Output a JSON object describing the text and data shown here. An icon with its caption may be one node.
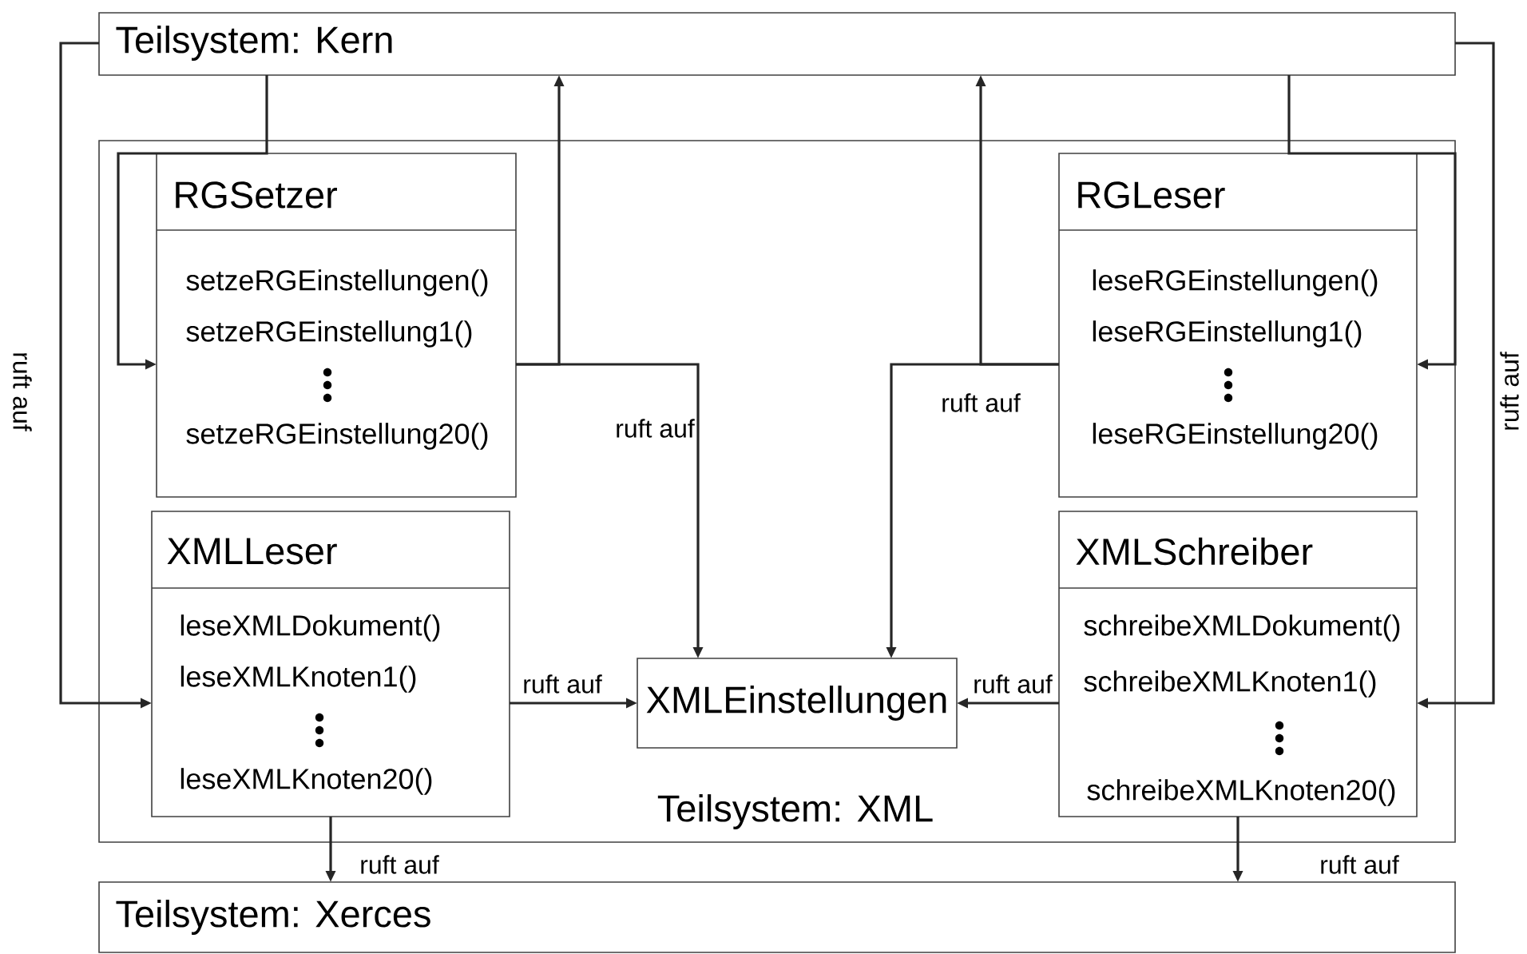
{
  "diagram": {
    "nodes": [
      {
        "text": [
          "Teilsystem: Kern"
        ]
      },
      {
        "text": [
          "Teilsystem: XML"
        ]
      },
      {
        "text": [
          "RGSetzer",
          "setzeRGEinstellungen()",
          "setzeRGEinstellung1()",
          "setzeRGEinstellung20()"
        ],
        "in": 1
      },
      {
        "text": [
          "RGLeser",
          "leseRGEinstellungen()",
          "leseRGEinstellung1()",
          "leseRGEinstellung20()"
        ],
        "in": 1
      },
      {
        "text": [
          "XMLLeser",
          "leseXMLDokument()",
          "leseXMLKnoten1()",
          "leseXMLKnoten20()"
        ],
        "in": 1
      },
      {
        "text": [
          "XMLSchreiber",
          "schreibeXMLDokument()",
          "schreibeXMLKnoten1()",
          "schreibeXMLKnoten20()"
        ],
        "in": 1
      },
      {
        "text": [
          "XMLEinstellungen"
        ],
        "in": 1
      },
      {
        "text": [
          "Teilsystem: Xerces"
        ]
      }
    ],
    "edges": [
      {
        "from": 0,
        "to": 2,
        "arrow": "to"
      },
      {
        "from": 0,
        "to": 3,
        "arrow": "to"
      },
      {
        "from": 2,
        "to": 0,
        "arrow": "to"
      },
      {
        "from": 2,
        "to": 6,
        "arrow": "to",
        "label": "ruft auf"
      },
      {
        "from": 3,
        "to": 0,
        "arrow": "to"
      },
      {
        "from": 3,
        "to": 6,
        "arrow": "to",
        "label": "ruft auf"
      },
      {
        "from": 0,
        "to": 4,
        "arrow": "to",
        "label": "ruft auf"
      },
      {
        "from": 0,
        "to": 5,
        "arrow": "to",
        "label": "ruft auf"
      },
      {
        "from": 4,
        "to": 6,
        "arrow": "to",
        "label": "ruft auf"
      },
      {
        "from": 5,
        "to": 6,
        "arrow": "to",
        "label": "ruft auf"
      },
      {
        "from": 4,
        "to": 7,
        "arrow": "to",
        "label": "ruft auf"
      },
      {
        "from": 5,
        "to": 7,
        "arrow": "to",
        "label": "ruft auf"
      }
    ]
  }
}
